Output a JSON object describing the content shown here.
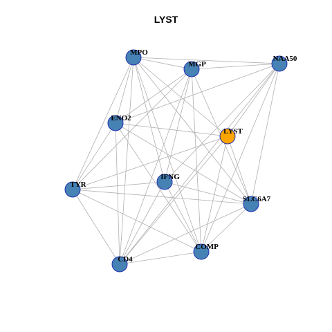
{
  "title": "LYST",
  "colors": {
    "node_fill": "#4682b4",
    "node_stroke": "#1f2fb0",
    "focus_fill": "#ffa500",
    "focus_stroke": "#1f2fb0",
    "edge": "#b0b0b0"
  },
  "focus_node": "LYST",
  "nodes": [
    {
      "id": "MPO"
    },
    {
      "id": "MGP"
    },
    {
      "id": "NAA50"
    },
    {
      "id": "ENO2"
    },
    {
      "id": "LYST"
    },
    {
      "id": "IFNG"
    },
    {
      "id": "TYR"
    },
    {
      "id": "SLC6A7"
    },
    {
      "id": "COMP"
    },
    {
      "id": "CD4"
    }
  ],
  "edges": [
    [
      "MPO",
      "MGP"
    ],
    [
      "MPO",
      "NAA50"
    ],
    [
      "MPO",
      "ENO2"
    ],
    [
      "MPO",
      "LYST"
    ],
    [
      "MPO",
      "IFNG"
    ],
    [
      "MPO",
      "TYR"
    ],
    [
      "MPO",
      "SLC6A7"
    ],
    [
      "MPO",
      "COMP"
    ],
    [
      "MPO",
      "CD4"
    ],
    [
      "MGP",
      "NAA50"
    ],
    [
      "MGP",
      "ENO2"
    ],
    [
      "MGP",
      "IFNG"
    ],
    [
      "MGP",
      "TYR"
    ],
    [
      "MGP",
      "SLC6A7"
    ],
    [
      "MGP",
      "COMP"
    ],
    [
      "MGP",
      "CD4"
    ],
    [
      "NAA50",
      "ENO2"
    ],
    [
      "NAA50",
      "LYST"
    ],
    [
      "NAA50",
      "IFNG"
    ],
    [
      "NAA50",
      "SLC6A7"
    ],
    [
      "NAA50",
      "COMP"
    ],
    [
      "NAA50",
      "CD4"
    ],
    [
      "ENO2",
      "LYST"
    ],
    [
      "ENO2",
      "TYR"
    ],
    [
      "ENO2",
      "SLC6A7"
    ],
    [
      "ENO2",
      "COMP"
    ],
    [
      "ENO2",
      "CD4"
    ],
    [
      "LYST",
      "TYR"
    ],
    [
      "LYST",
      "SLC6A7"
    ],
    [
      "LYST",
      "COMP"
    ],
    [
      "LYST",
      "CD4"
    ],
    [
      "IFNG",
      "TYR"
    ],
    [
      "IFNG",
      "SLC6A7"
    ],
    [
      "IFNG",
      "COMP"
    ],
    [
      "IFNG",
      "CD4"
    ],
    [
      "TYR",
      "SLC6A7"
    ],
    [
      "TYR",
      "COMP"
    ],
    [
      "TYR",
      "CD4"
    ],
    [
      "SLC6A7",
      "COMP"
    ],
    [
      "SLC6A7",
      "CD4"
    ],
    [
      "COMP",
      "CD4"
    ]
  ]
}
